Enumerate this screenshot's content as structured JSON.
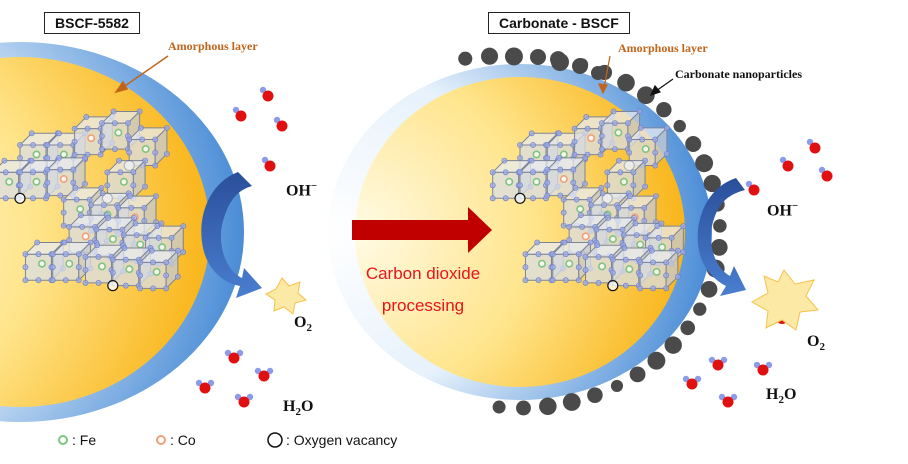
{
  "left_panel": {
    "title": "BSCF-5582",
    "amorphous_label": "Amorphous layer",
    "oh_label": "OH",
    "oh_sup": "−",
    "o2_label": "O",
    "o2_sub": "2",
    "h2o_label_h": "H",
    "h2o_label_sub": "2",
    "h2o_label_o": "O"
  },
  "right_panel": {
    "title": "Carbonate - BSCF",
    "amorphous_label": "Amorphous layer",
    "carbonate_label": "Carbonate nanoparticles",
    "oh_label": "OH",
    "oh_sup": "−",
    "o2_label": "O",
    "o2_sub": "2",
    "h2o_label_h": "H",
    "h2o_label_sub": "2",
    "h2o_label_o": "O"
  },
  "process": {
    "line1": "Carbon dioxide",
    "line2": "processing"
  },
  "legend": {
    "fe": ": Fe",
    "co": ": Co",
    "vacancy": ": Oxygen vacancy"
  },
  "colors": {
    "process_arrow": "#c00000",
    "process_text": "#e8141b",
    "blue_arrow": "#2e5aa8",
    "fe_dot": "#7fc47f",
    "co_dot": "#f0a07a",
    "oxygen_red": "#e01010",
    "hydrogen_blue": "#8a9be8",
    "carbonate": "#4a4a4a"
  }
}
